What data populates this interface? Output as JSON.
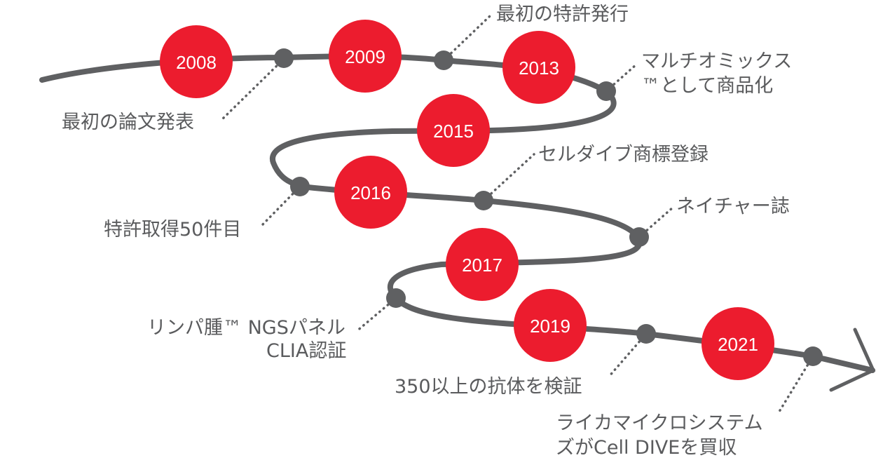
{
  "colors": {
    "path": "#5f6062",
    "year_circle": "#ec1c2e",
    "year_text": "#ffffff",
    "label_text": "#5a5b5d"
  },
  "years": [
    "2008",
    "2009",
    "2013",
    "2015",
    "2016",
    "2017",
    "2019",
    "2021"
  ],
  "events": [
    {
      "lines": [
        "最初の論文発表"
      ]
    },
    {
      "lines": [
        "最初の特許発行"
      ]
    },
    {
      "lines": [
        "マルチオミックス",
        "™として商品化"
      ]
    },
    {
      "lines": [
        "特許取得50件目"
      ]
    },
    {
      "lines": [
        "セルダイブ商標登録"
      ]
    },
    {
      "lines": [
        "ネイチャー誌"
      ]
    },
    {
      "lines": [
        "リンパ腫™ NGSパネル",
        "CLIA認証"
      ]
    },
    {
      "lines": [
        "350以上の抗体を検証"
      ]
    },
    {
      "lines": [
        "ライカマイクロシステム",
        "ズがCell DIVEを買収"
      ]
    }
  ]
}
